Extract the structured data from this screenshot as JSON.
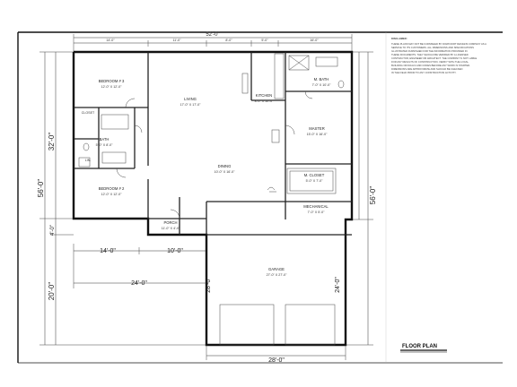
{
  "dims": {
    "overall_width": "52'-0\"",
    "overall_depth_left": "56'-0\"",
    "overall_depth_right": "56'-0\"",
    "house_depth": "32'-0\"",
    "porch_depth": "4'-0\"",
    "garage_depth_left": "20'-0\"",
    "garage_depth_center": "28'-0\"",
    "garage_depth_right": "24'-0\"",
    "garage_width": "28'-0\"",
    "left_offset": "24'-0\"",
    "seg_14": "14'-0\"",
    "seg_10": "10'-0\"",
    "top_segments": [
      "14'-0\"",
      "11'-0\"",
      "8'-0\"",
      "5'-0\"",
      "16'-0\""
    ]
  },
  "rooms": {
    "bedroom3": {
      "name": "BEDROOM # 3",
      "size": "12'-0\" X 12'-0\""
    },
    "bedroom2": {
      "name": "BEDROOM # 2",
      "size": "12'-0\" X 12'-0\""
    },
    "bath": {
      "name": "BATH",
      "size": "5'-0\" X 8'-0\""
    },
    "living": {
      "name": "LIVING",
      "size": "17'-0\" X 17'-0\""
    },
    "kitchen": {
      "name": "KITCHEN",
      "size": "8'-0\" X 10'-0\""
    },
    "dining": {
      "name": "DINING",
      "size": "10'-0\" X 16'-0\""
    },
    "mbath": {
      "name": "M. BATH",
      "size": "7'-0\" X 10'-0\""
    },
    "master": {
      "name": "MASTER",
      "size": "15'-0\" X 16'-0\""
    },
    "mcloset": {
      "name": "M. CLOSET",
      "size": "5'-0\" X 7'-0\""
    },
    "mechanical": {
      "name": "MECHANICAL",
      "size": "7'-0\" X 5'-0\""
    },
    "porch": {
      "name": "PORCH",
      "size": "11'-0\" X 4'-0\""
    },
    "garage": {
      "name": "GARAGE",
      "size": "27'-0\" X 27'-0\""
    },
    "closet": {
      "name": "CLOSET"
    },
    "lin": {
      "name": "LIN."
    }
  },
  "title": "FLOOR PLAN",
  "disclaimer": {
    "heading": "DISCLAIMER:",
    "lines": [
      "THESE PLANS MAY NOT BE FURNISHED BY DOWN DIRT DESIGNS COMPANY AS A",
      "SERVICE TO ITS CUSTOMERS. ALL DIMENSIONS AND SPECIFICATIONS",
      "ILLUSTRATED FURNISHED FOR THE INFORMATION PROVIDED IN",
      "THESE DOCUMENTS. THEY SHOULD BE VERIFIED BY A LICENSED",
      "CONTRACTOR, ENGINEER OR ARCHITECT. THE COMPANY IS NOT LIABLE",
      "FOR ANY RESULTS OF CONSTRUCTION. VERIFY WITH THE LOCAL",
      "BUILDING OFFICIALS AND CODES BEFORE ANY WORK IS STARTED.",
      "DIMENSIONS ARE APPROXIMATE AND SHOULD BE CHECKED",
      "IN THE FIELD PRIOR TO ANY CONSTRUCTION ACTIVITY."
    ]
  }
}
